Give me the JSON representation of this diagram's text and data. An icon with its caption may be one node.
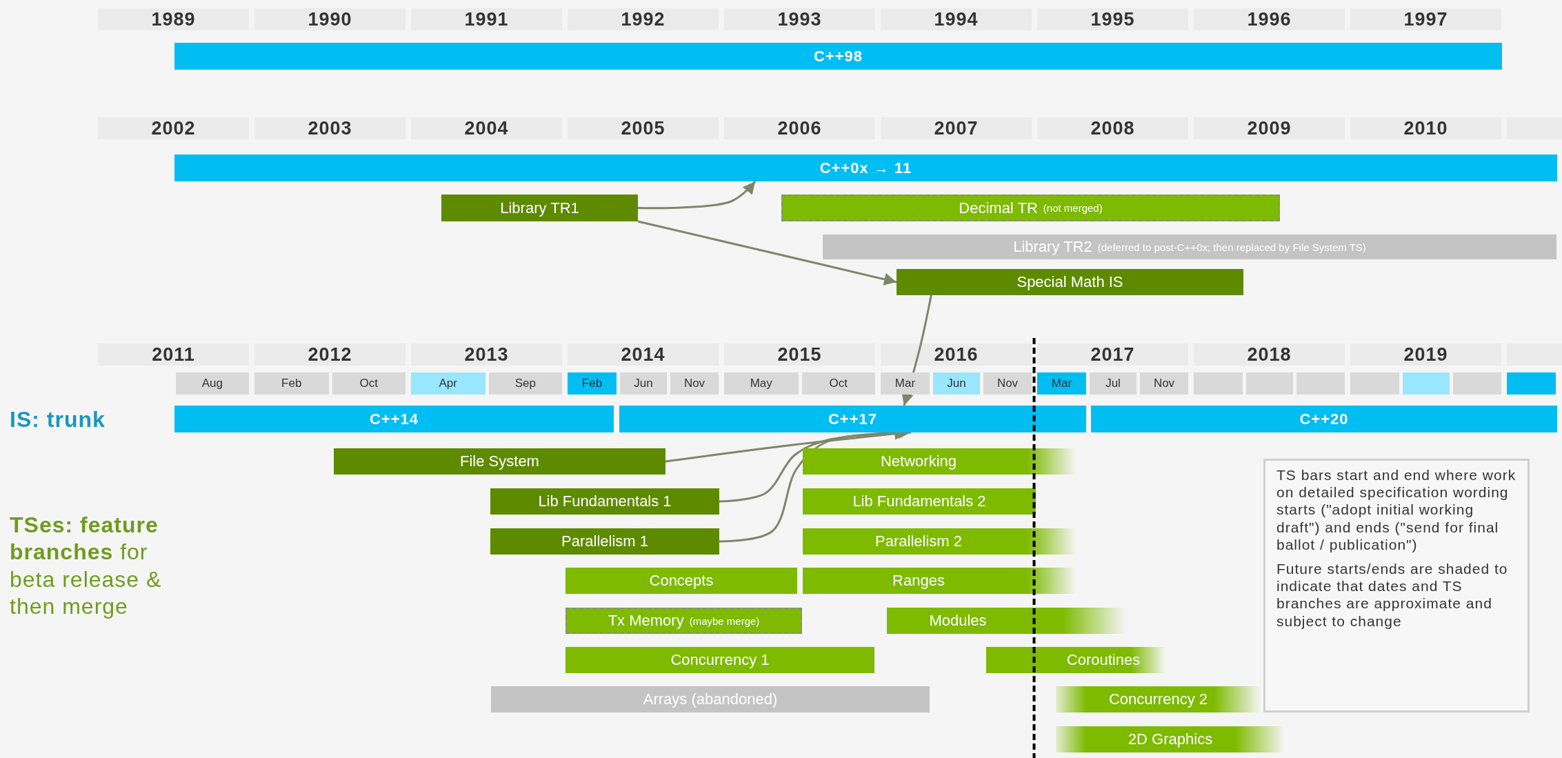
{
  "diagram": {
    "nodes": [
      {
        "text": [
          "C++98"
        ]
      },
      {
        "text": [
          "C++0x → 11"
        ]
      },
      {
        "text": [
          "Library TR1"
        ]
      },
      {
        "text": [
          "Decimal TR",
          "(not merged)"
        ]
      },
      {
        "text": [
          "Library TR2",
          "(deferred to post-C++0x; then replaced by File System TS)"
        ]
      },
      {
        "text": [
          "Special Math IS"
        ]
      },
      {
        "text": [
          "C++14"
        ]
      },
      {
        "text": [
          "C++17"
        ]
      },
      {
        "text": [
          "C++20"
        ]
      },
      {
        "text": [
          "File System"
        ]
      },
      {
        "text": [
          "Networking"
        ]
      },
      {
        "text": [
          "Lib Fundamentals 1"
        ]
      },
      {
        "text": [
          "Lib Fundamentals 2"
        ]
      },
      {
        "text": [
          "Parallelism 1"
        ]
      },
      {
        "text": [
          "Parallelism 2"
        ]
      },
      {
        "text": [
          "Concepts"
        ]
      },
      {
        "text": [
          "Ranges"
        ]
      },
      {
        "text": [
          "Tx Memory",
          "(maybe merge)"
        ]
      },
      {
        "text": [
          "Modules"
        ]
      },
      {
        "text": [
          "Concurrency 1"
        ]
      },
      {
        "text": [
          "Coroutines"
        ]
      },
      {
        "text": [
          "Arrays (abandoned)"
        ]
      },
      {
        "text": [
          "Concurrency 2"
        ]
      },
      {
        "text": [
          "2D Graphics"
        ]
      },
      {
        "text": [
          "TS bars start and end where work on detailed specification wording starts (\"adopt initial working draft\") and ends (\"send for final ballot / publication\")",
          "Future starts/ends are shaded to indicate that dates and TS branches are approximate and subject to change"
        ]
      }
    ],
    "edges": [
      {
        "from": 2,
        "to": 1,
        "arrow": "to"
      },
      {
        "from": 2,
        "to": 5,
        "arrow": "to"
      },
      {
        "from": 5,
        "to": 7,
        "arrow": "to"
      },
      {
        "from": 9,
        "to": 7,
        "arrow": "to"
      },
      {
        "from": 11,
        "to": 7,
        "arrow": "to"
      },
      {
        "from": 13,
        "to": 7,
        "arrow": "to"
      }
    ],
    "labels": [
      "1989",
      "1990",
      "1991",
      "1992",
      "1993",
      "1994",
      "1995",
      "1996",
      "1997",
      "2002",
      "2003",
      "2004",
      "2005",
      "2006",
      "2007",
      "2008",
      "2009",
      "2010",
      "2011",
      "2012",
      "2013",
      "2014",
      "2015",
      "2016",
      "2017",
      "2018",
      "2019",
      "Aug",
      "Feb",
      "Oct",
      "Apr",
      "Sep",
      "Feb",
      "Jun",
      "Nov",
      "May",
      "Oct",
      "Mar",
      "Jun",
      "Nov",
      "Mar",
      "Jul",
      "Nov",
      "IS: trunk",
      "**TSes: feature branches** for beta release & then merge"
    ]
  }
}
